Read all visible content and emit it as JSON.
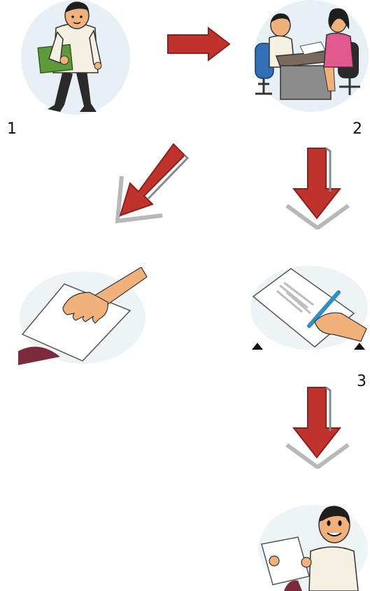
{
  "steps": [
    {
      "number": "1",
      "scene": "man-walking-with-folder"
    },
    {
      "number": "2",
      "scene": "interview-at-desk"
    },
    {
      "scene": "hand-on-paper"
    },
    {
      "number": "3",
      "scene": "hand-writing-on-paper"
    },
    {
      "scene": "man-reading-paper"
    }
  ],
  "arrows": [
    {
      "from": 1,
      "to": 2,
      "direction": "right"
    },
    {
      "from": 2,
      "to": "hand-on-paper",
      "direction": "down-left"
    },
    {
      "from": 2,
      "to": 3,
      "direction": "down"
    },
    {
      "from": 3,
      "to": "man-reading-paper",
      "direction": "down"
    }
  ],
  "colors": {
    "arrow_red": "#c0322c",
    "arrow_dark": "#8e1f1b",
    "arrow_gray": "#b8b8b8",
    "skin": "#f0b27a",
    "shirt": "#f4f1e3",
    "folder": "#5f9a3a",
    "trousers": "#2a2a2a",
    "bg_circle": "#e7f0f4"
  }
}
